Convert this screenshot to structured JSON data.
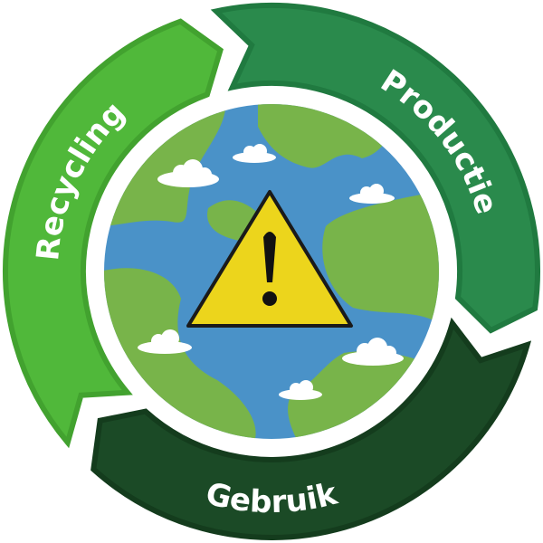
{
  "title": "Circular economy cycle",
  "segments": {
    "productie": {
      "label": "Productie",
      "color": "#2a8a4c",
      "edge": "#207a40"
    },
    "gebruik": {
      "label": "Gebruik",
      "color": "#1b4a26",
      "edge": "#143c1d"
    },
    "recycling": {
      "label": "Recycling",
      "color": "#50b83a",
      "edge": "#42a22f"
    }
  },
  "globe": {
    "water": "#4a92c8",
    "land": "#78b44a",
    "ring": "#ffffff",
    "cloud": "#ffffff"
  },
  "warning": {
    "symbol": "!",
    "fill": "#ecd51c",
    "stroke": "#1a1a1a"
  }
}
